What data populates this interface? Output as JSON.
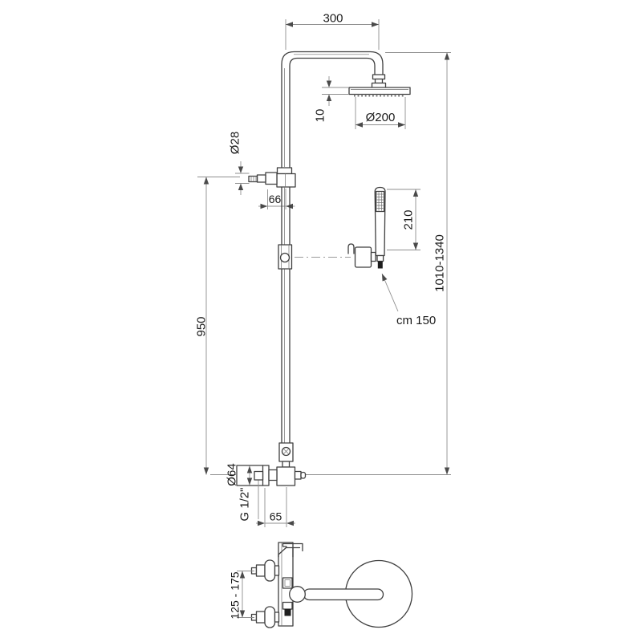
{
  "page": {
    "background": "#ffffff",
    "line_color": "#3f3f3f",
    "dim_line_color": "#8f8f8f",
    "text_color": "#1b1b1b"
  },
  "labels": {
    "arm_reach": "300",
    "head_diameter": "Ø200",
    "head_thickness": "10",
    "diverter_diameter": "Ø28",
    "diverter_offset": "66",
    "handshower_length": "210",
    "overall_height": "1010-1340",
    "hose_length": "cm 150",
    "riser_length": "950",
    "escutcheon_diameter": "Ø64",
    "connection_thread": "G 1/2\"",
    "wall_to_riser": "65",
    "inlet_centers": "125 - 175"
  }
}
